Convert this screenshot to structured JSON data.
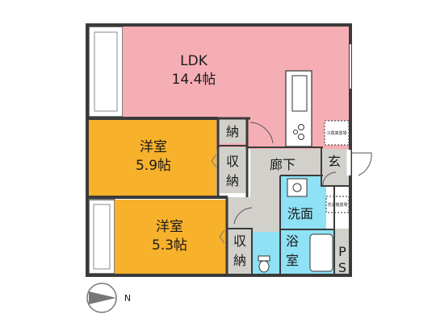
{
  "rooms": {
    "ldk": {
      "name": "LDK",
      "size": "14.4帖"
    },
    "bedroom1": {
      "name": "洋室",
      "size": "5.9帖"
    },
    "bedroom2": {
      "name": "洋室",
      "size": "5.3帖"
    },
    "storage_top": {
      "label": "納"
    },
    "closet1": {
      "line1": "収",
      "line2": "納"
    },
    "closet2": {
      "line1": "収",
      "line2": "納"
    },
    "hallway": {
      "label": "廊下"
    },
    "entrance": {
      "label": "玄"
    },
    "washroom": {
      "label": "洗面"
    },
    "bathroom": {
      "line1": "浴",
      "line2": "室"
    },
    "ps": {
      "line1": "P",
      "line2": "S"
    }
  },
  "appliance_labels": {
    "fridge": "冷蔵庫置場",
    "washer": "洗濯機置場"
  },
  "compass": {
    "label": "N"
  },
  "colors": {
    "ldk": "#f6aeb5",
    "bedroom": "#f7b12a",
    "hallway": "#d2d0cb",
    "storage": "#d2d0cb",
    "wet_area": "#8fe1f5",
    "wall": "#3a3a3a",
    "balcony": "#ffffff"
  }
}
